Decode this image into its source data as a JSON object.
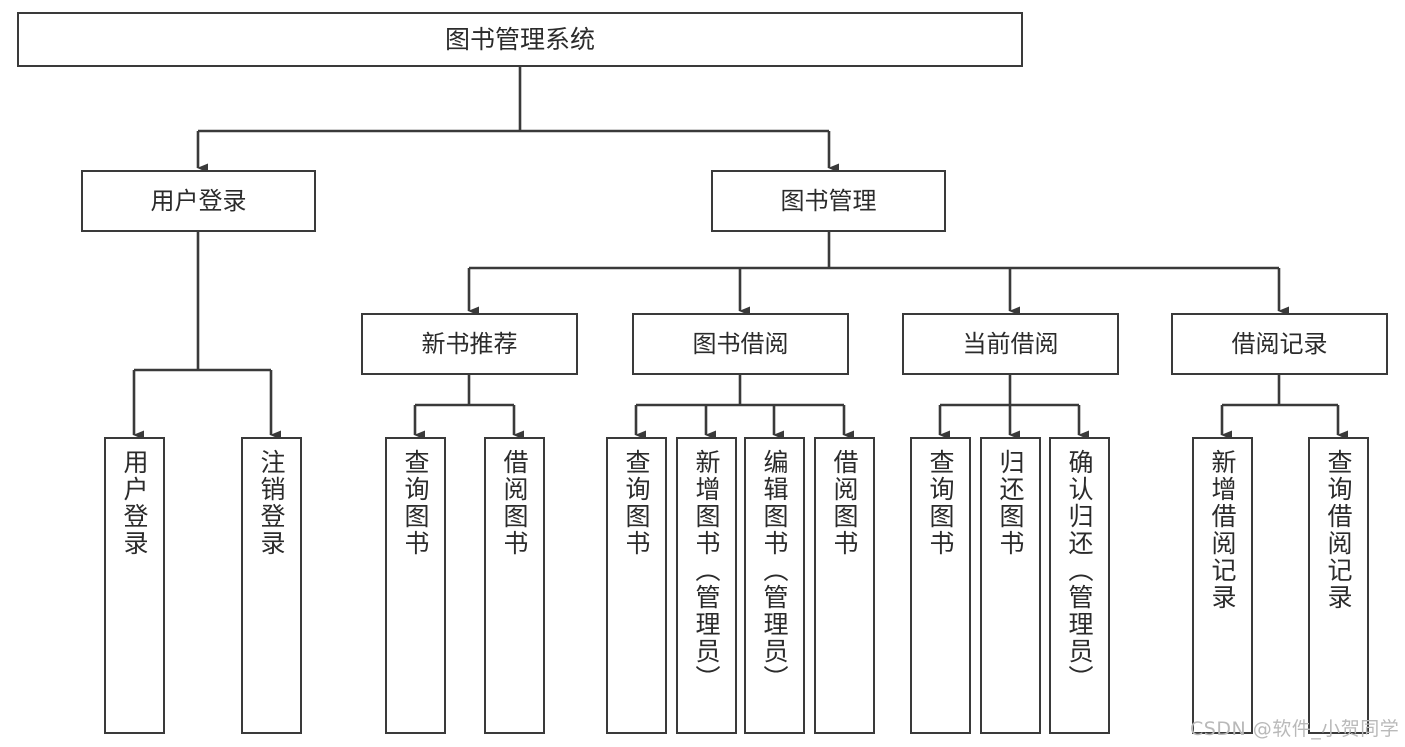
{
  "diagram": {
    "title": "图书管理系统",
    "type": "tree-hierarchy-diagram",
    "watermark": "CSDN @软件_小贺同学",
    "colors": {
      "box_border": "#3a3a3a",
      "box_fill": "#ffffff",
      "connector": "#3a3a3a",
      "text": "#2b2b2b",
      "watermark": "#b9b9b9",
      "background": "#ffffff"
    },
    "root": {
      "label": "图书管理系统"
    },
    "level1": [
      {
        "id": "user-login",
        "label": "用户登录"
      },
      {
        "id": "book-management",
        "label": "图书管理"
      }
    ],
    "level2": [
      {
        "id": "new-book-recommend",
        "label": "新书推荐",
        "parent": "book-management"
      },
      {
        "id": "book-borrow",
        "label": "图书借阅",
        "parent": "book-management"
      },
      {
        "id": "current-borrow",
        "label": "当前借阅",
        "parent": "book-management"
      },
      {
        "id": "borrow-record",
        "label": "借阅记录",
        "parent": "book-management"
      }
    ],
    "leaves": [
      {
        "id": "leaf-user-login",
        "label": "用户登录",
        "parent": "user-login"
      },
      {
        "id": "leaf-logout-login",
        "label": "注销登录",
        "parent": "user-login"
      },
      {
        "id": "leaf-query-book-1",
        "label": "查询图书",
        "parent": "new-book-recommend"
      },
      {
        "id": "leaf-borrow-book-1",
        "label": "借阅图书",
        "parent": "new-book-recommend"
      },
      {
        "id": "leaf-query-book-2",
        "label": "查询图书",
        "parent": "book-borrow"
      },
      {
        "id": "leaf-add-book",
        "label": "新增图书（管理员）",
        "parent": "book-borrow"
      },
      {
        "id": "leaf-edit-book",
        "label": "编辑图书（管理员）",
        "parent": "book-borrow"
      },
      {
        "id": "leaf-borrow-book-2",
        "label": "借阅图书",
        "parent": "book-borrow"
      },
      {
        "id": "leaf-query-book-3",
        "label": "查询图书",
        "parent": "current-borrow"
      },
      {
        "id": "leaf-return-book",
        "label": "归还图书",
        "parent": "current-borrow"
      },
      {
        "id": "leaf-confirm-return",
        "label": "确认归还（管理员）",
        "parent": "current-borrow"
      },
      {
        "id": "leaf-add-record",
        "label": "新增借阅记录",
        "parent": "borrow-record"
      },
      {
        "id": "leaf-query-record",
        "label": "查询借阅记录",
        "parent": "borrow-record"
      }
    ]
  }
}
